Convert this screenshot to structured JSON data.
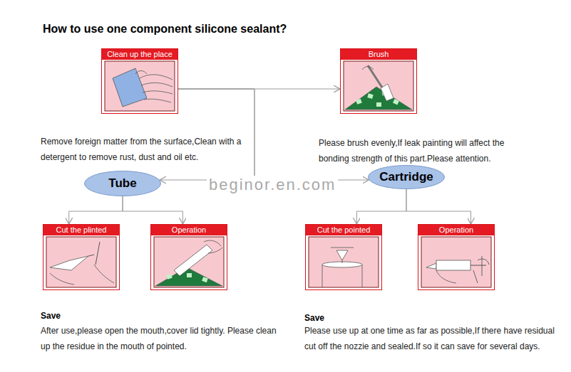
{
  "diagram": {
    "title": "How to use one component silicone sealant?",
    "nodes": [
      {
        "text": [
          "Clean up the place",
          "Remove foreign matter from the surface,Clean with a detergent to remove rust, dust and oil etc."
        ]
      },
      {
        "text": [
          "Brush",
          "Please brush evenly,If leak painting will affect the bonding strength of this part.Please attention."
        ]
      },
      {
        "text": [
          "Tube"
        ]
      },
      {
        "text": [
          "Cartridge"
        ]
      },
      {
        "text": [
          "Cut the plinted"
        ]
      },
      {
        "text": [
          "Operation"
        ]
      },
      {
        "text": [
          "Cut the pointed"
        ]
      },
      {
        "text": [
          "Operation"
        ]
      }
    ],
    "edges": [
      {
        "from": 0,
        "to": 1,
        "arrow": "to"
      },
      {
        "from": 0,
        "to": 2,
        "arrow": "to"
      },
      {
        "from": 0,
        "to": 3,
        "arrow": "to"
      },
      {
        "from": 2,
        "to": 4,
        "arrow": "to"
      },
      {
        "from": 2,
        "to": 5,
        "arrow": "to"
      },
      {
        "from": 3,
        "to": 6,
        "arrow": "to"
      },
      {
        "from": 3,
        "to": 7,
        "arrow": "to"
      }
    ],
    "labels": [
      "beginor.en.com",
      "Save",
      "After use,please open the mouth,cover lid tightly. Please clean up the residue in the mouth of pointed.",
      "Save",
      "Please use up at one time as far as possible,If there have residual cut off the nozzie and sealed.If so it can save for several days."
    ]
  }
}
